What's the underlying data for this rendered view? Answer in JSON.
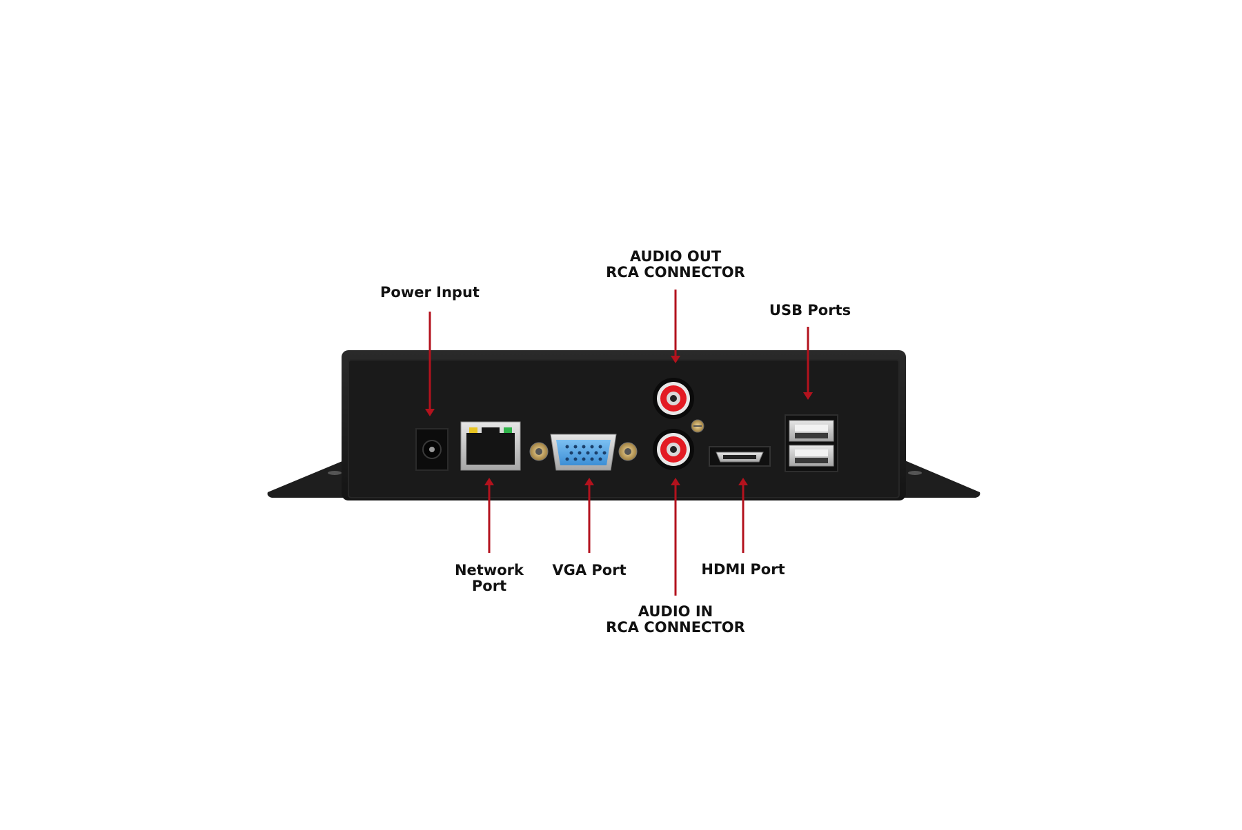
{
  "callouts": {
    "power_input": "Power Input",
    "audio_out_line1": "AUDIO OUT",
    "audio_out_line2": "RCA CONNECTOR",
    "usb_ports": "USB Ports",
    "network_port_line1": "Network",
    "network_port_line2": "Port",
    "vga_port": "VGA Port",
    "hdmi_port": "HDMI Port",
    "audio_in_line1": "AUDIO IN",
    "audio_in_line2": "RCA CONNECTOR"
  },
  "colors": {
    "arrow": "#b3121d",
    "device_body": "#1c1c1c",
    "rca_accent": "#e31b23",
    "vga_accent": "#4aa3e8",
    "led_green": "#2fb34a",
    "led_yellow": "#e8c421"
  }
}
